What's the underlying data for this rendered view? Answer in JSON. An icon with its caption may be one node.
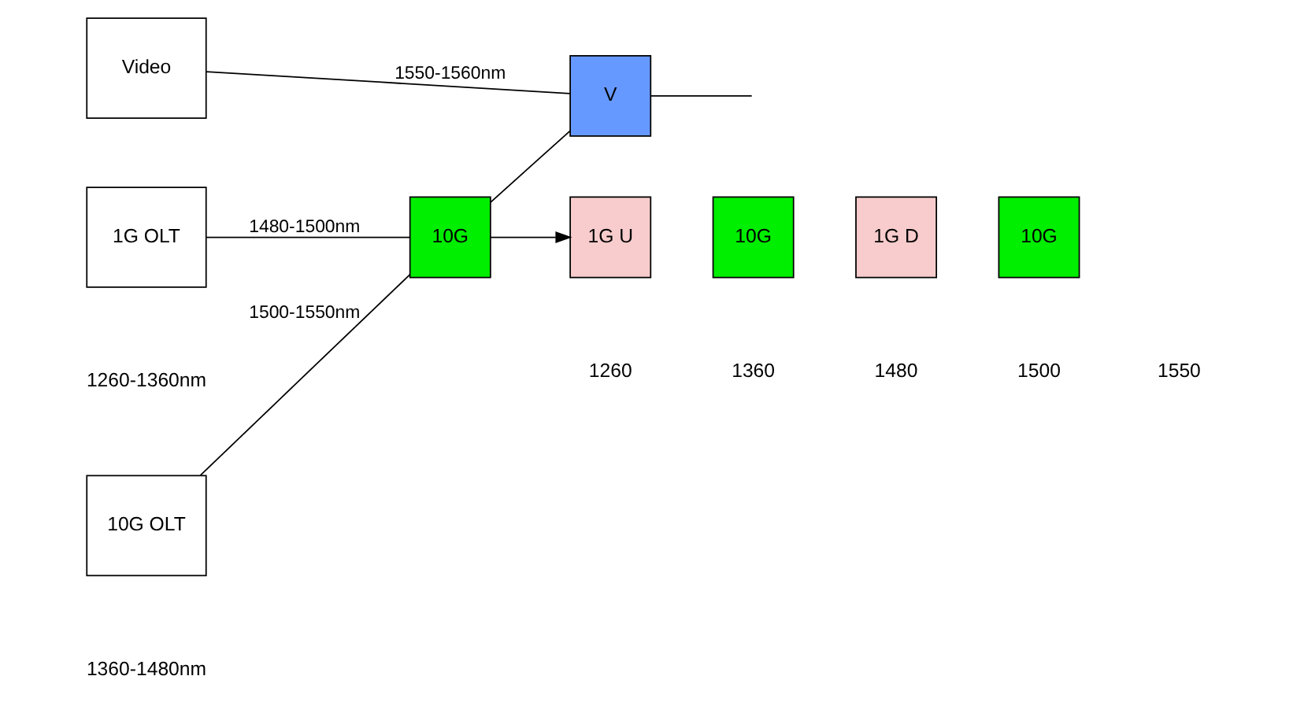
{
  "diagram": {
    "nodes": [
      {
        "text": [
          "Video"
        ]
      },
      {
        "text": [
          "1G OLT"
        ]
      },
      {
        "text": [
          "10G OLT"
        ]
      },
      {
        "text": [
          "10G"
        ]
      },
      {
        "text": [
          "V"
        ]
      },
      {
        "text": [
          "1G U"
        ]
      },
      {
        "text": [
          "10G"
        ]
      },
      {
        "text": [
          "1G D"
        ]
      },
      {
        "text": [
          "10G"
        ]
      }
    ],
    "edges": [
      {
        "from": 0,
        "to": 4,
        "arrow": "none",
        "label": "1550-1560nm"
      },
      {
        "from": 1,
        "to": 3,
        "arrow": "none",
        "label": "1480-1500nm"
      },
      {
        "from": 3,
        "to": 4,
        "arrow": "none"
      },
      {
        "from": 4,
        "to": null,
        "arrow": "none"
      },
      {
        "from": 2,
        "to": 3,
        "arrow": "none",
        "label": "1500-1550nm"
      },
      {
        "from": 3,
        "to": 5,
        "arrow": "to"
      }
    ],
    "labels": [
      "1260-1360nm",
      "1360-1480nm",
      "1260",
      "1360",
      "1480",
      "1500",
      "1550"
    ]
  }
}
